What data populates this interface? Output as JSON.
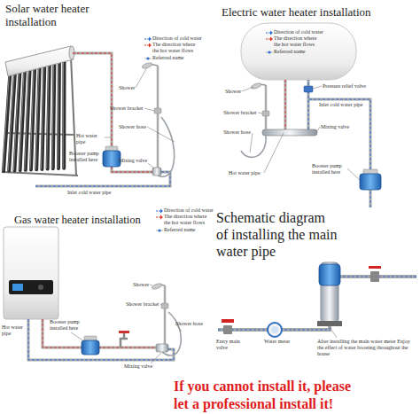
{
  "diagram": {
    "labels": [
      "Solar water heater installation",
      "Electric water heater installation",
      "Shower",
      "Shower bracket",
      "Shower hose",
      "Hot water pipe",
      "Booster pump installed here",
      "Mixing valve",
      "Inlet cold water pipe",
      "Shower",
      "Pressure relief valve",
      "Shower bracket",
      "Inlet cold water pipe",
      "Shower hose",
      "Mixing valve",
      "Hot water pipe",
      "Booster pump installed here",
      "Gas water heater installation",
      "Schematic diagram of installing the main water pipe",
      "Shower",
      "Shower bracket",
      "Shower hose",
      "Hot water pipe",
      "Booster pump installed here",
      "Mixing valve",
      "Entry main valve",
      "Water meter",
      "After installing the main water meter Enjoy the effect of water boosting throughout the house",
      "If you cannot install it, please let a professional install it!"
    ],
    "legend": [
      {
        "text": "Direction of cold water",
        "color": "#2f6fd8"
      },
      {
        "text": "The direction where the hot water flows",
        "color": "#e0352b"
      },
      {
        "text": "Referred name"
      },
      {
        "text": "Direction of cold water",
        "color": "#2f6fd8"
      },
      {
        "text": "The direction where the hot water flows",
        "color": "#e0352b"
      },
      {
        "text": "Referred name"
      },
      {
        "text": "Direction of cold water",
        "color": "#2f6fd8"
      },
      {
        "text": "The direction where the hot water flows",
        "color": "#e0352b"
      },
      {
        "text": "Referred name"
      }
    ]
  }
}
